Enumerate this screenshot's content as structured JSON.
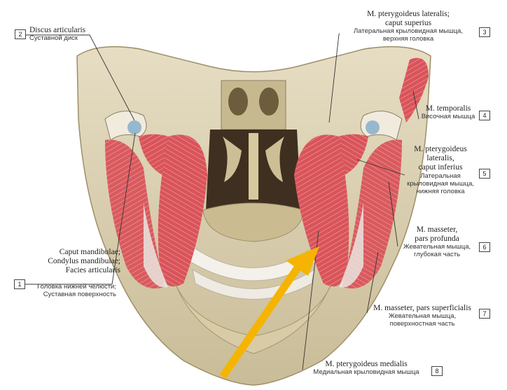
{
  "labels": [
    {
      "num": "1",
      "latin": [
        "Caput mandibulae;",
        "Condylus mandibulae;",
        "Facies articularis"
      ],
      "russian": [
        "Головка нижней челюсти;",
        "Суставная поверхность"
      ]
    },
    {
      "num": "2",
      "latin": [
        "Discus articularis"
      ],
      "russian": [
        "Суставной диск"
      ]
    },
    {
      "num": "3",
      "latin": [
        "M. pterygoideus lateralis;",
        "caput superius"
      ],
      "russian": [
        "Латеральная крыловидная мышца,",
        "верхняя головка"
      ]
    },
    {
      "num": "4",
      "latin": [
        "M. temporalis"
      ],
      "russian": [
        "Височная мышца"
      ]
    },
    {
      "num": "5",
      "latin": [
        "M. pterygoideus",
        "lateralis,",
        "caput inferius"
      ],
      "russian": [
        "Латеральная",
        "крыловидная мышца,",
        "нижняя головка"
      ]
    },
    {
      "num": "6",
      "latin": [
        "M. masseter,",
        "pars profunda"
      ],
      "russian": [
        "Жевательная мышца,",
        "глубокая часть"
      ]
    },
    {
      "num": "7",
      "latin": [
        "M. masseter, pars superficialis"
      ],
      "russian": [
        "Жевательная мышца,",
        "поверхностная часть"
      ]
    },
    {
      "num": "8",
      "latin": [
        "M. pterygoideus medialis"
      ],
      "russian": [
        "Медиальная крыловидная мышца"
      ]
    }
  ],
  "colors": {
    "arrow": "#F5B400",
    "muscle": "#D9545A",
    "bone": "#D8CDAE",
    "leader": "#333333"
  }
}
